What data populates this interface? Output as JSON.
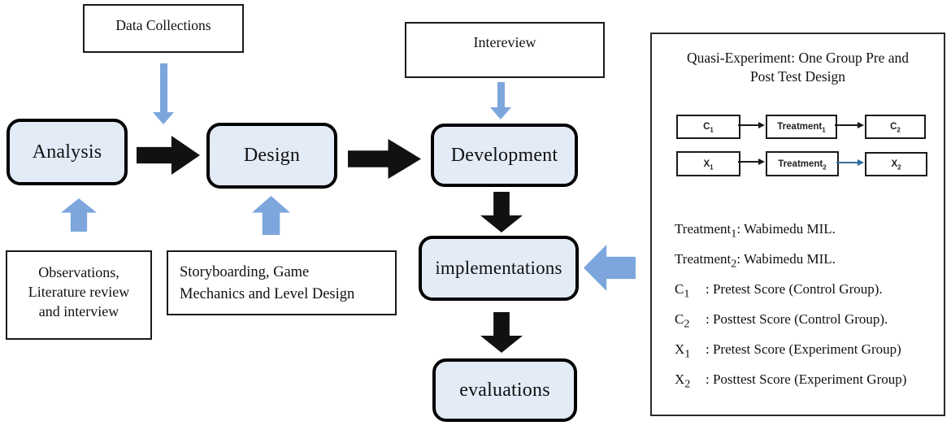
{
  "colors": {
    "blue": "#7ca6dc",
    "link-blue": "#2f6d9d",
    "stage-fill": "#e3ebf7"
  },
  "flow": {
    "stages": {
      "analysis": "Analysis",
      "design": "Design",
      "development": "Development",
      "implementations": "implementations",
      "evaluations": "evaluations"
    },
    "notes": {
      "data_collections": "Data Collections",
      "interview": "Intereview",
      "observations": "Observations,\nLiterature review\nand interview",
      "storyboarding": "Storyboarding, Game\nMechanics and Level Design"
    }
  },
  "panel": {
    "title": "Quasi-Experiment: One Group Pre and\nPost Test Design",
    "rows": [
      {
        "cells": [
          {
            "base": "C",
            "sub": "1"
          },
          {
            "base": "Treatment",
            "sub": "1"
          },
          {
            "base": "C",
            "sub": "2"
          }
        ]
      },
      {
        "cells": [
          {
            "base": "X",
            "sub": "1"
          },
          {
            "base": "Treatment",
            "sub": "2"
          },
          {
            "base": "X",
            "sub": "2"
          }
        ]
      }
    ],
    "legend": [
      {
        "base": "Treatment",
        "sub": "1",
        "rest": ": Wabimedu MIL."
      },
      {
        "base": "Treatment",
        "sub": "2",
        "rest": ": Wabimedu MIL."
      },
      {
        "base": "C",
        "sub": "1",
        "rest": ": Pretest Score (Control Group)."
      },
      {
        "base": "C",
        "sub": "2",
        "rest": ": Posttest Score (Control Group)."
      },
      {
        "base": "X",
        "sub": "1",
        "rest": ": Pretest Score (Experiment Group)"
      },
      {
        "base": "X",
        "sub": "2",
        "rest": ": Posttest Score (Experiment Group)"
      }
    ]
  }
}
